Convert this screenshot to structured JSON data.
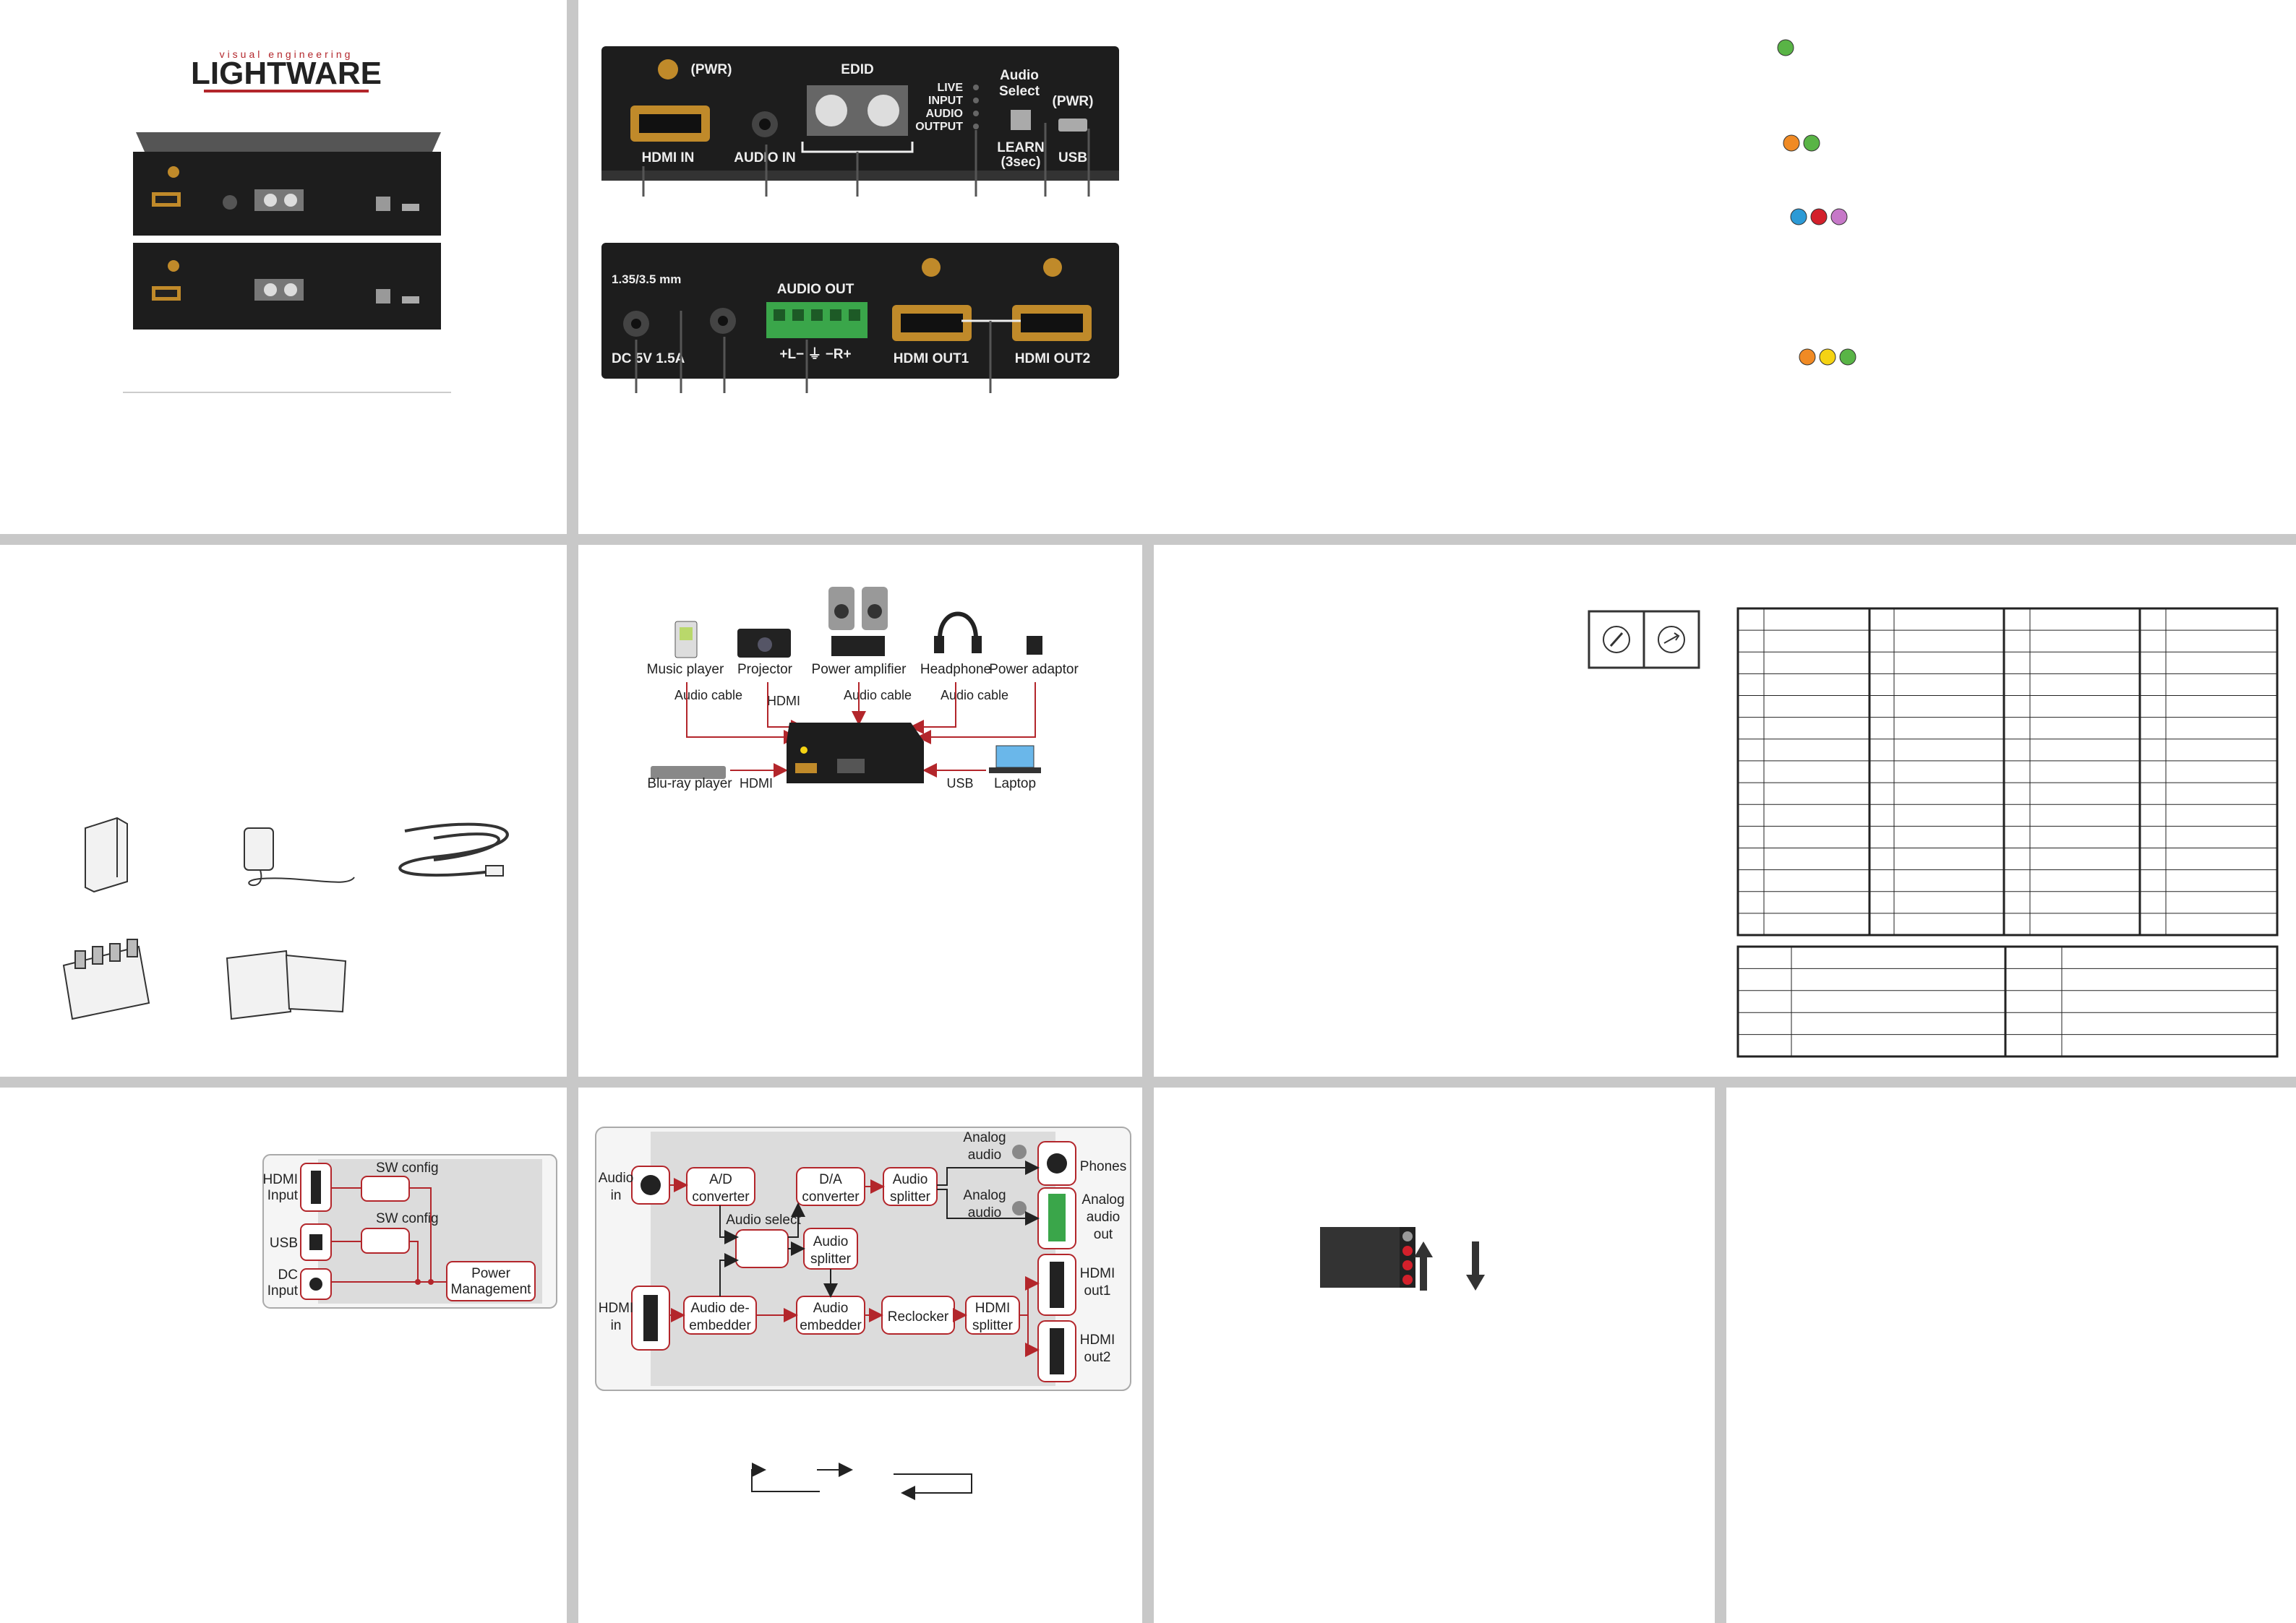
{
  "brand": {
    "name": "LIGHTWARE",
    "tagline": "visual engineering"
  },
  "panel_top": {
    "pwr": "(PWR)",
    "edid": "EDID",
    "live": "LIVE",
    "input": "INPUT",
    "audio": "AUDIO",
    "output": "OUTPUT",
    "audio_select_1": "Audio",
    "audio_select_2": "Select",
    "pwr2": "(PWR)",
    "learn_1": "LEARN",
    "learn_2": "(3sec)",
    "hdmi_in": "HDMI IN",
    "audio_in": "AUDIO IN",
    "usb": "USB"
  },
  "panel_bottom": {
    "dc_size": "1.35/3.5 mm",
    "dc_label": "DC 5V 1.5A",
    "audio_out": "AUDIO OUT",
    "terminal": "+L− ⏚ −R+",
    "hdmi_out1": "HDMI OUT1",
    "hdmi_out2": "HDMI OUT2"
  },
  "connection": {
    "devices": [
      "Music player",
      "Projector",
      "Power amplifier",
      "Headphone",
      "Power adaptor"
    ],
    "cables": [
      "Audio cable",
      "HDMI",
      "Audio cable",
      "Audio cable"
    ],
    "bluray": "Blu-ray player",
    "bluray_cable": "HDMI",
    "laptop": "Laptop",
    "laptop_cable": "USB"
  },
  "power_diagram": {
    "hdmi_input": "HDMI Input",
    "usb": "USB",
    "dc_input": "DC Input",
    "sw_config_1": "SW config",
    "sw_config_2": "SW config",
    "power_mgmt": "Power Management"
  },
  "block_diagram": {
    "audio_in": "Audio in",
    "ad": "A/D converter",
    "da": "D/A converter",
    "audio_splitter_1": "Audio splitter",
    "analog_audio_1": "Analog audio",
    "analog_audio_2": "Analog audio",
    "phones": "Phones",
    "analog_out": "Analog audio out",
    "audio_select": "Audio select",
    "audio_splitter_2": "Audio splitter",
    "hdmi_in": "HDMI in",
    "deembedder": "Audio de-embedder",
    "embedder": "Audio embedder",
    "reclocker": "Reclocker",
    "hdmi_splitter": "HDMI splitter",
    "hdmi_out1": "HDMI out1",
    "hdmi_out2": "HDMI out2"
  },
  "colors": {
    "accent": "#b3262b",
    "led_green": "#59b446",
    "led_orange": "#f08a24",
    "led_blue": "#2c9ad6",
    "led_red": "#d3202b",
    "led_purple": "#c678c8",
    "led_yellow": "#f5d313",
    "panel": "#1d1d1d",
    "divider": "#c8c8c8"
  }
}
